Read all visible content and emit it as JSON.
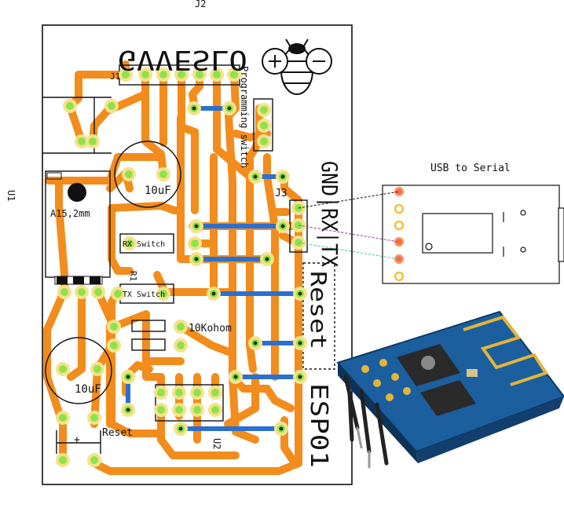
{
  "colors": {
    "trace": "#f28c1c",
    "pad": "#f5e28a",
    "pad_center": "#8ee24b",
    "jumper": "#2d6fcf",
    "outline": "#111111",
    "module_pad": "#ff6b3d",
    "module_pad_hollow": "#f2c23a"
  },
  "icons": [
    "bee-logo-icon",
    "esp01-module-photo"
  ],
  "labels": {
    "top_ref": "J2",
    "left_ref": "U1",
    "board_title_mirrored": "GVVESLO",
    "j1": "J1",
    "programming_switch": "Programming switch",
    "j3": "J3",
    "pins_mirrored": "GND|RX|TX",
    "reset_mirrored": "Reset",
    "esp_title": "ESP01",
    "cap_top": "10uF",
    "cap_bottom": "10uF",
    "reg": "A15,2mm",
    "rx_switch": "RX Switch",
    "tx_switch": "TX Switch",
    "r1": "R1",
    "resistor": "10Kohom",
    "reset": "Reset",
    "plus": "+",
    "u2": "U2",
    "usb": "USB to Serial"
  }
}
